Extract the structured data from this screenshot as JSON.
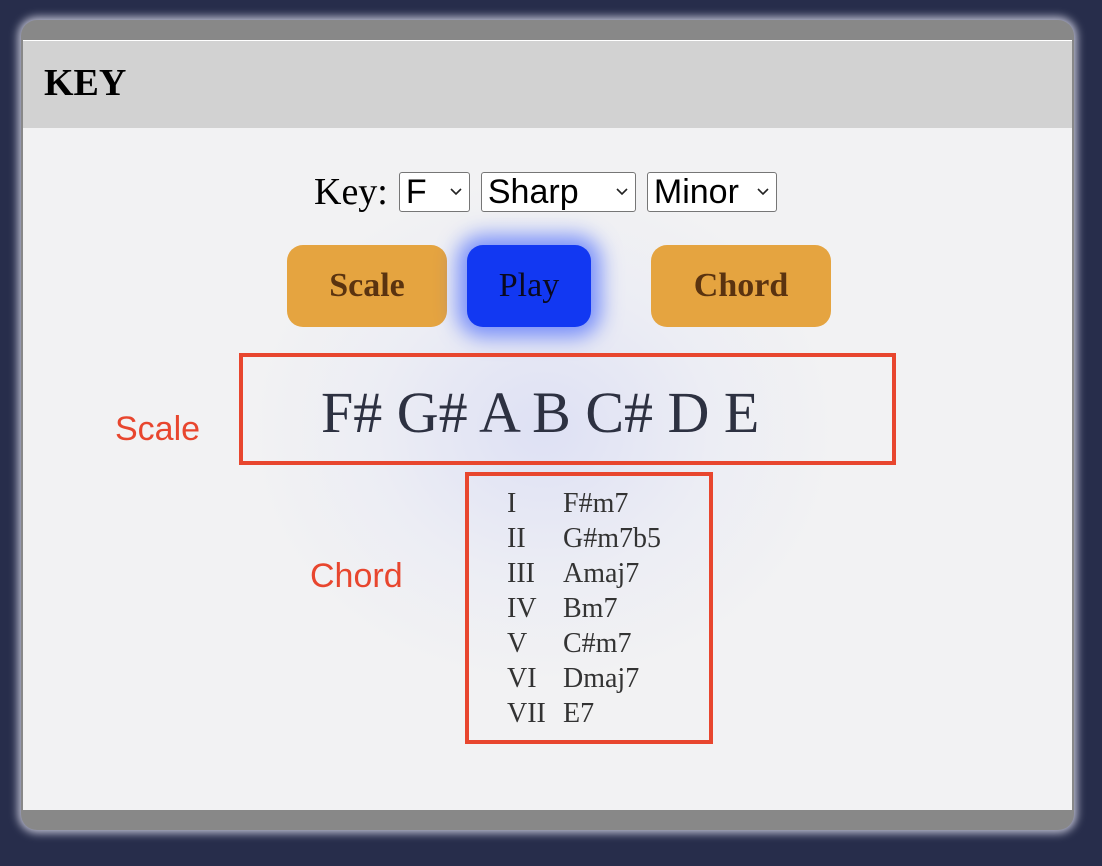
{
  "header": {
    "title": "KEY"
  },
  "key_selector": {
    "label": "Key:",
    "root": "F",
    "accidental": "Sharp",
    "mode": "Minor"
  },
  "buttons": {
    "scale": "Scale",
    "play": "Play",
    "chord": "Chord"
  },
  "annotations": {
    "scale": "Scale",
    "chord": "Chord"
  },
  "scale": {
    "notes": "F# G# A B C# D E"
  },
  "chords": [
    {
      "degree": "I",
      "name": "F#m7"
    },
    {
      "degree": "II",
      "name": "G#m7b5"
    },
    {
      "degree": "III",
      "name": "Amaj7"
    },
    {
      "degree": "IV",
      "name": "Bm7"
    },
    {
      "degree": "V",
      "name": "C#m7"
    },
    {
      "degree": "VI",
      "name": "Dmaj7"
    },
    {
      "degree": "VII",
      "name": "E7"
    }
  ],
  "colors": {
    "accent_orange": "#e5a440",
    "play_blue": "#1238f2",
    "annotation_red": "#e8462e"
  }
}
